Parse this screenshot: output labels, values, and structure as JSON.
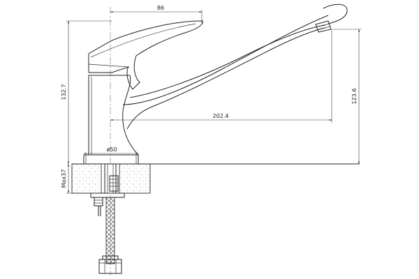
{
  "dimensions": {
    "handle_length": "86",
    "total_height": "132.7",
    "spout_reach": "202.4",
    "spout_height": "123.6",
    "base_diameter": "ø50",
    "counter_thickness": "Max37"
  }
}
